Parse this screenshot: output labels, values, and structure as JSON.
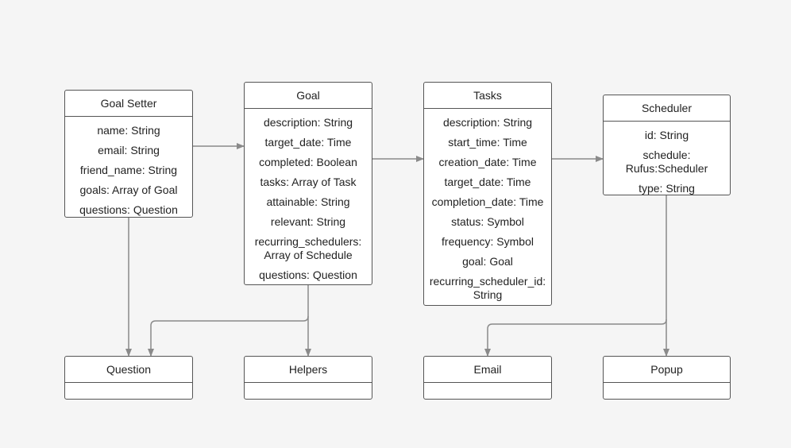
{
  "classes": {
    "goal_setter": {
      "title": "Goal Setter",
      "fields": [
        "name: String",
        "email: String",
        "friend_name: String",
        "goals: Array of Goal",
        "questions: Question"
      ]
    },
    "goal": {
      "title": "Goal",
      "fields": [
        "description: String",
        "target_date: Time",
        "completed: Boolean",
        "tasks: Array of Task",
        "attainable: String",
        "relevant: String",
        [
          "recurring_schedulers:",
          "Array of Schedule"
        ],
        "questions: Question"
      ]
    },
    "tasks": {
      "title": "Tasks",
      "fields": [
        "description: String",
        "start_time: Time",
        "creation_date: Time",
        "target_date: Time",
        "completion_date: Time",
        "status: Symbol",
        "frequency: Symbol",
        "goal: Goal",
        [
          "recurring_scheduler_id:",
          "String"
        ]
      ]
    },
    "scheduler": {
      "title": "Scheduler",
      "fields": [
        "id: String",
        [
          "schedule:",
          "Rufus:Scheduler"
        ],
        "type: String"
      ]
    },
    "question": {
      "title": "Question",
      "fields": []
    },
    "helpers": {
      "title": "Helpers",
      "fields": []
    },
    "email": {
      "title": "Email",
      "fields": []
    },
    "popup": {
      "title": "Popup",
      "fields": []
    }
  },
  "colors": {
    "line": "#8a8a8a",
    "border": "#555555",
    "background": "#f5f5f5"
  }
}
